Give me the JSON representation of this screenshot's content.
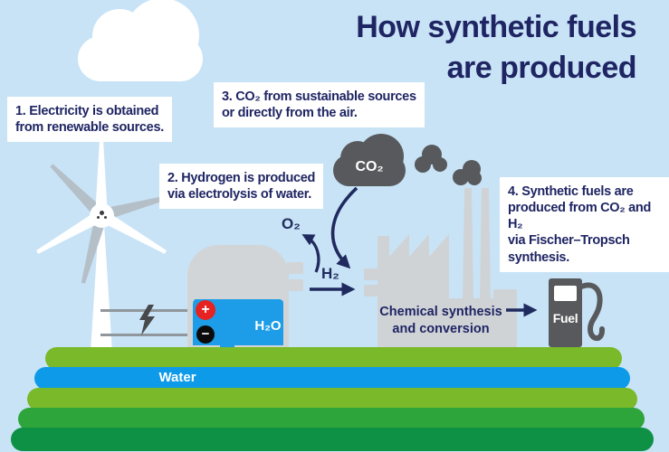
{
  "title": "How synthetic fuels\nare produced",
  "steps": [
    {
      "text": "1. Electricity is obtained\nfrom renewable sources."
    },
    {
      "text": "2. Hydrogen is produced\nvia electrolysis of water."
    },
    {
      "text": "3. CO₂ from sustainable sources\nor directly from the air."
    },
    {
      "text": "4. Synthetic fuels are\nproduced from CO₂ and H₂\nvia Fischer–Tropsch\nsynthesis."
    }
  ],
  "process": {
    "co2_cloud_label": "CO₂",
    "o2_label": "O₂",
    "h2_label": "H₂",
    "h2o_label": "H₂O",
    "electrode_positive": "+",
    "electrode_negative": "−",
    "plant_label": "Chemical synthesis\nand conversion",
    "water_label": "Water",
    "fuel_label": "Fuel"
  },
  "colors": {
    "sky": "#c8e3f6",
    "navy_text": "#1f2563",
    "dark_gray": "#57595c",
    "light_gray": "#d0d3d6",
    "tank_blue": "#1d9ce8",
    "water_blue": "#0d9ae9",
    "grass_light": "#7ab929",
    "grass_medium": "#2ea53a",
    "grass_dark": "#0e9144",
    "electrode_red": "#e62320",
    "electrode_black": "#0b0b0b"
  }
}
